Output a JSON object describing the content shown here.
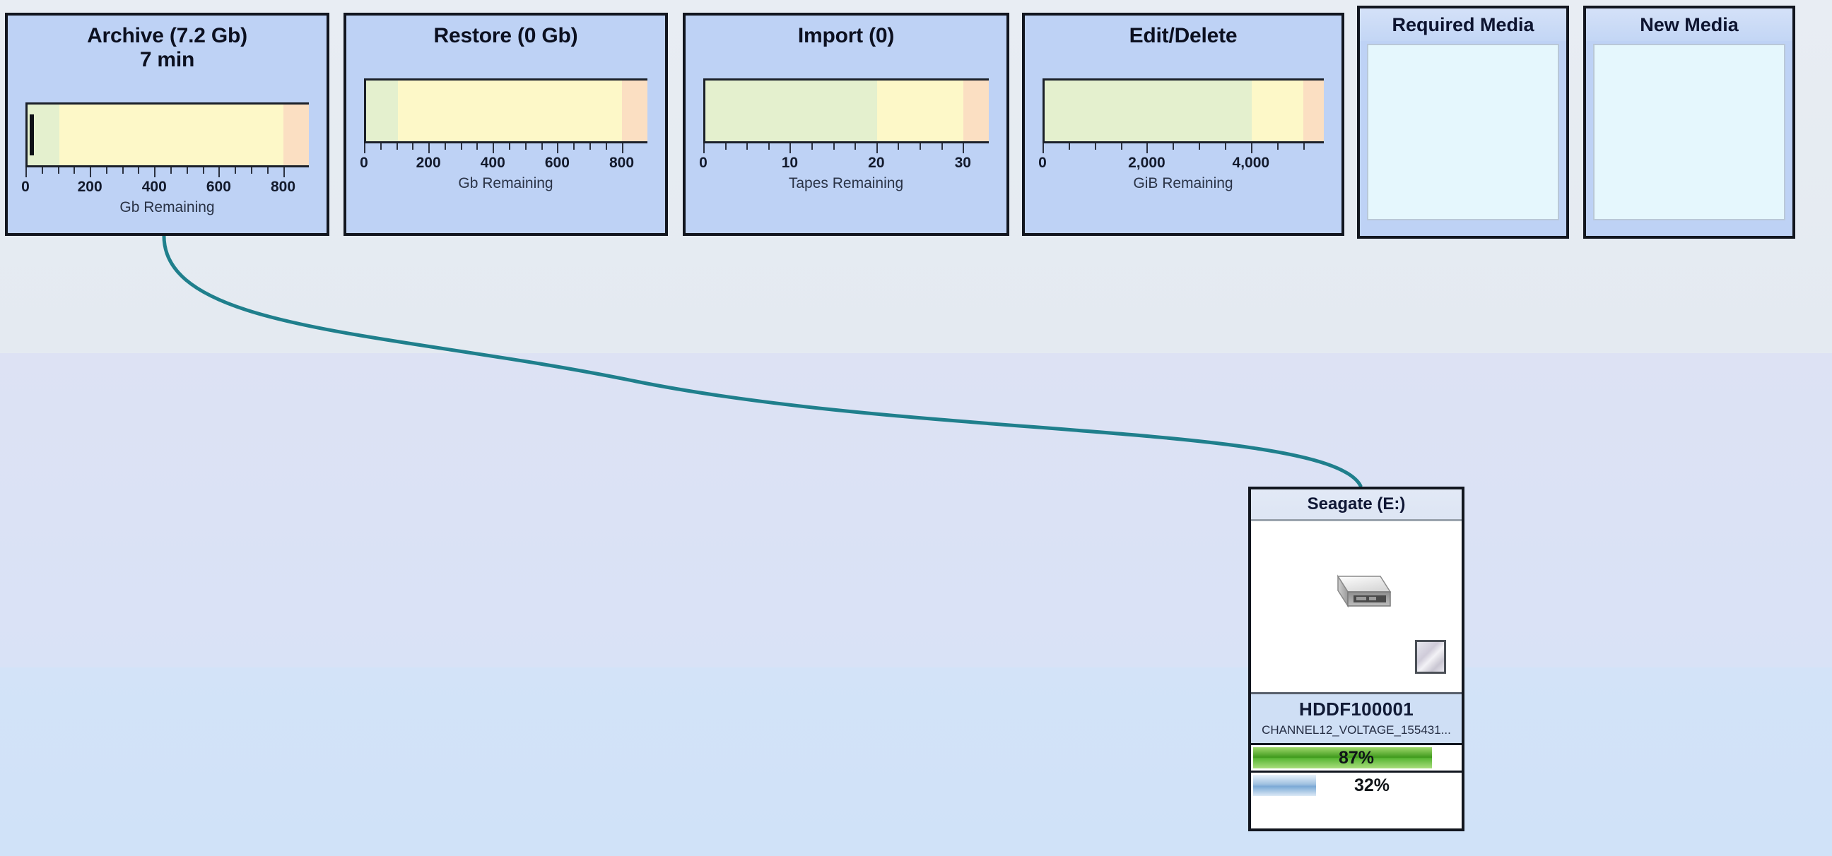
{
  "background": {
    "band_colors": [
      "#e8edf3",
      "#dde2f4",
      "#d3e3f8"
    ]
  },
  "connector": {
    "color": "#1f7f8c",
    "from": "archive-panel",
    "to": "device-card"
  },
  "gauges": [
    {
      "id": "archive",
      "title": "Archive (7.2 Gb)",
      "subtitle": "7 min",
      "axis_label": "Gb Remaining",
      "unit": "Gb",
      "value": 7.2,
      "duration": "7 min",
      "ticks": [
        0,
        100,
        200,
        300,
        400,
        500,
        600,
        700,
        800
      ],
      "tick_labels": [
        "0",
        "200",
        "400",
        "600",
        "800"
      ],
      "tick_label_values": [
        0,
        200,
        400,
        600,
        800
      ],
      "axis_max": 880,
      "zones": [
        {
          "name": "green",
          "from": 0,
          "to": 100,
          "color": "#e4f0ce"
        },
        {
          "name": "yellow",
          "from": 100,
          "to": 800,
          "color": "#fdf8c8"
        },
        {
          "name": "orange",
          "from": 800,
          "to": 880,
          "color": "#fbdfc2"
        }
      ]
    },
    {
      "id": "restore",
      "title": "Restore (0 Gb)",
      "subtitle": "",
      "axis_label": "Gb Remaining",
      "unit": "Gb",
      "value": 0,
      "duration": "",
      "ticks": [
        0,
        100,
        200,
        300,
        400,
        500,
        600,
        700,
        800
      ],
      "tick_labels": [
        "0",
        "200",
        "400",
        "600",
        "800"
      ],
      "tick_label_values": [
        0,
        200,
        400,
        600,
        800
      ],
      "axis_max": 880,
      "zones": [
        {
          "name": "green",
          "from": 0,
          "to": 100,
          "color": "#e4f0ce"
        },
        {
          "name": "yellow",
          "from": 100,
          "to": 800,
          "color": "#fdf8c8"
        },
        {
          "name": "orange",
          "from": 800,
          "to": 880,
          "color": "#fbdfc2"
        }
      ]
    },
    {
      "id": "import",
      "title": "Import (0)",
      "subtitle": "",
      "axis_label": "Tapes Remaining",
      "unit": "Tapes",
      "value": 0,
      "duration": "",
      "ticks": [
        0,
        5,
        10,
        15,
        20,
        25,
        30
      ],
      "tick_labels": [
        "0",
        "10",
        "20",
        "30"
      ],
      "tick_label_values": [
        0,
        10,
        20,
        30
      ],
      "axis_max": 33,
      "zones": [
        {
          "name": "green",
          "from": 0,
          "to": 20,
          "color": "#e4f0ce"
        },
        {
          "name": "yellow",
          "from": 20,
          "to": 30,
          "color": "#fdf8c8"
        },
        {
          "name": "orange",
          "from": 30,
          "to": 33,
          "color": "#fbdfc2"
        }
      ]
    },
    {
      "id": "editdelete",
      "title": "Edit/Delete",
      "subtitle": "",
      "axis_label": "GiB Remaining",
      "unit": "GiB",
      "value": 0,
      "duration": "",
      "ticks": [
        0,
        1000,
        2000,
        3000,
        4000,
        5000
      ],
      "tick_labels": [
        "0",
        "2,000",
        "4,000"
      ],
      "tick_label_values": [
        0,
        2000,
        4000
      ],
      "axis_max": 5400,
      "zones": [
        {
          "name": "green",
          "from": 0,
          "to": 4000,
          "color": "#e4f0ce"
        },
        {
          "name": "yellow",
          "from": 4000,
          "to": 5000,
          "color": "#fdf8c8"
        },
        {
          "name": "orange",
          "from": 5000,
          "to": 5400,
          "color": "#fbdfc2"
        }
      ]
    }
  ],
  "media_panels": [
    {
      "id": "required-media",
      "title": "Required Media",
      "items": []
    },
    {
      "id": "new-media",
      "title": "New Media",
      "items": []
    }
  ],
  "device": {
    "title": "Seagate (E:)",
    "icon": "hard-drive-icon",
    "chip_icon": "media-cartridge-icon",
    "name": "HDDF100001",
    "subtitle": "CHANNEL12_VOLTAGE_155431...",
    "bars": [
      {
        "id": "capacity-bar",
        "label": "87%",
        "percent": 87,
        "color": "#4da31f",
        "style": "green"
      },
      {
        "id": "usage-bar",
        "label": "32%",
        "percent": 32,
        "color": "#8fb8da",
        "style": "blue"
      }
    ]
  }
}
